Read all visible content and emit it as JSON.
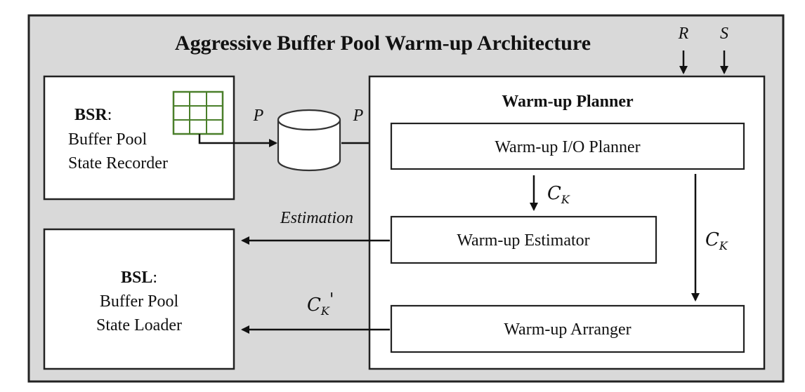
{
  "diagram": {
    "title": "Aggressive Buffer Pool Warm-up Architecture",
    "inputs": {
      "r": "R",
      "s": "S"
    },
    "bsr": {
      "abbr": "BSR",
      "colon": ":",
      "line1": "Buffer Pool",
      "line2": "State Recorder"
    },
    "bsl": {
      "abbr": "BSL",
      "colon": ":",
      "line1": "Buffer Pool",
      "line2": "State Loader"
    },
    "planner": {
      "title": "Warm-up Planner",
      "io_planner": "Warm-up I/O Planner",
      "estimator": "Warm-up Estimator",
      "arranger": "Warm-up Arranger"
    },
    "flows": {
      "p_left": "P",
      "p_right": "P",
      "estimation": "Estimation",
      "ck_c": "C",
      "ck_sub": "K",
      "ck_prime": "'"
    }
  }
}
